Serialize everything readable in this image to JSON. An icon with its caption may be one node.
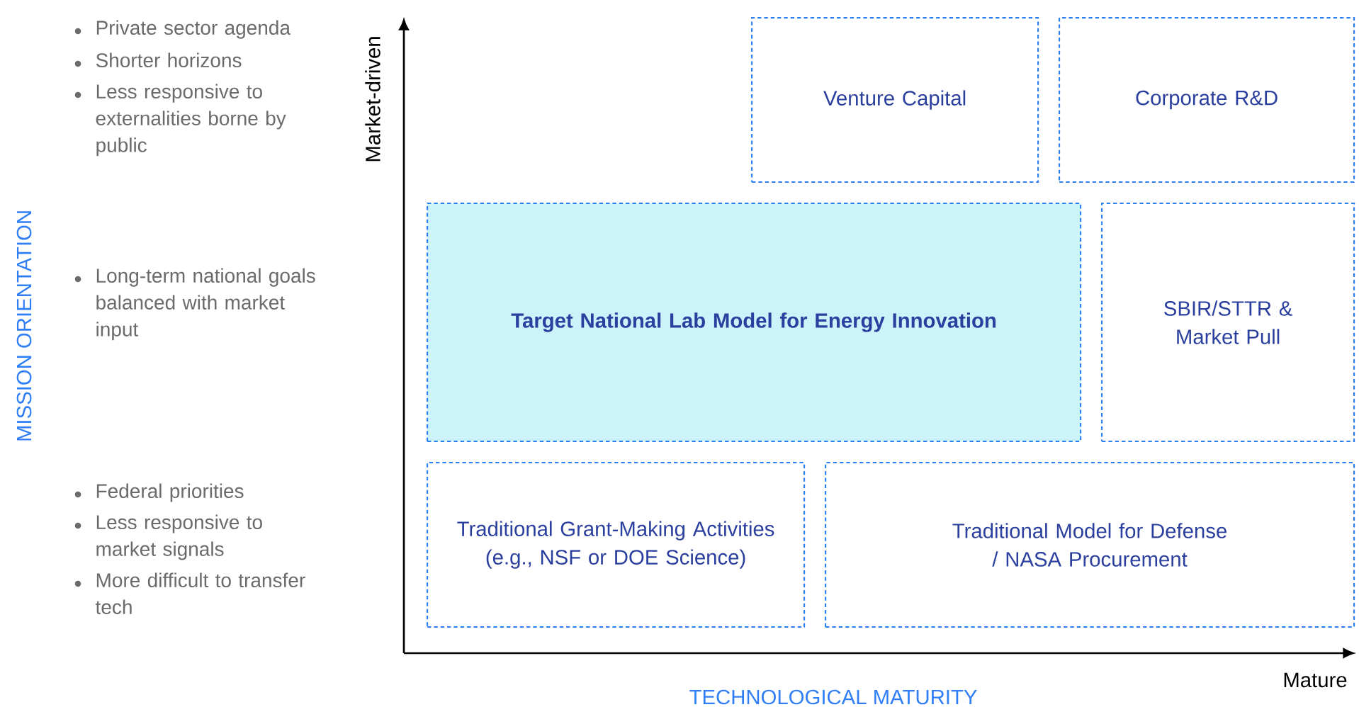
{
  "diagram": {
    "nodes": [
      {
        "text": [
          "Venture Capital"
        ]
      },
      {
        "text": [
          "Corporate R&D"
        ]
      },
      {
        "text": [
          "Target National Lab Model for Energy Innovation"
        ]
      },
      {
        "text": [
          "SBIR/STTR & Market Pull"
        ]
      },
      {
        "text": [
          "Traditional Grant-Making Activities",
          "(e.g., NSF or DOE Science)"
        ]
      },
      {
        "text": [
          "Traditional Model for Defense / NASA Procurement"
        ]
      }
    ],
    "labels": [
      "MISSION ORIENTATION",
      "Private sector agenda",
      "Shorter horizons",
      "Less responsive to externalities borne by public",
      "Long-term national goals balanced with market input",
      "Federal priorities",
      "Less responsive to market signals",
      "More difficult to transfer tech",
      "Market-driven",
      "Mature",
      "TECHNOLOGICAL MATURITY"
    ]
  }
}
